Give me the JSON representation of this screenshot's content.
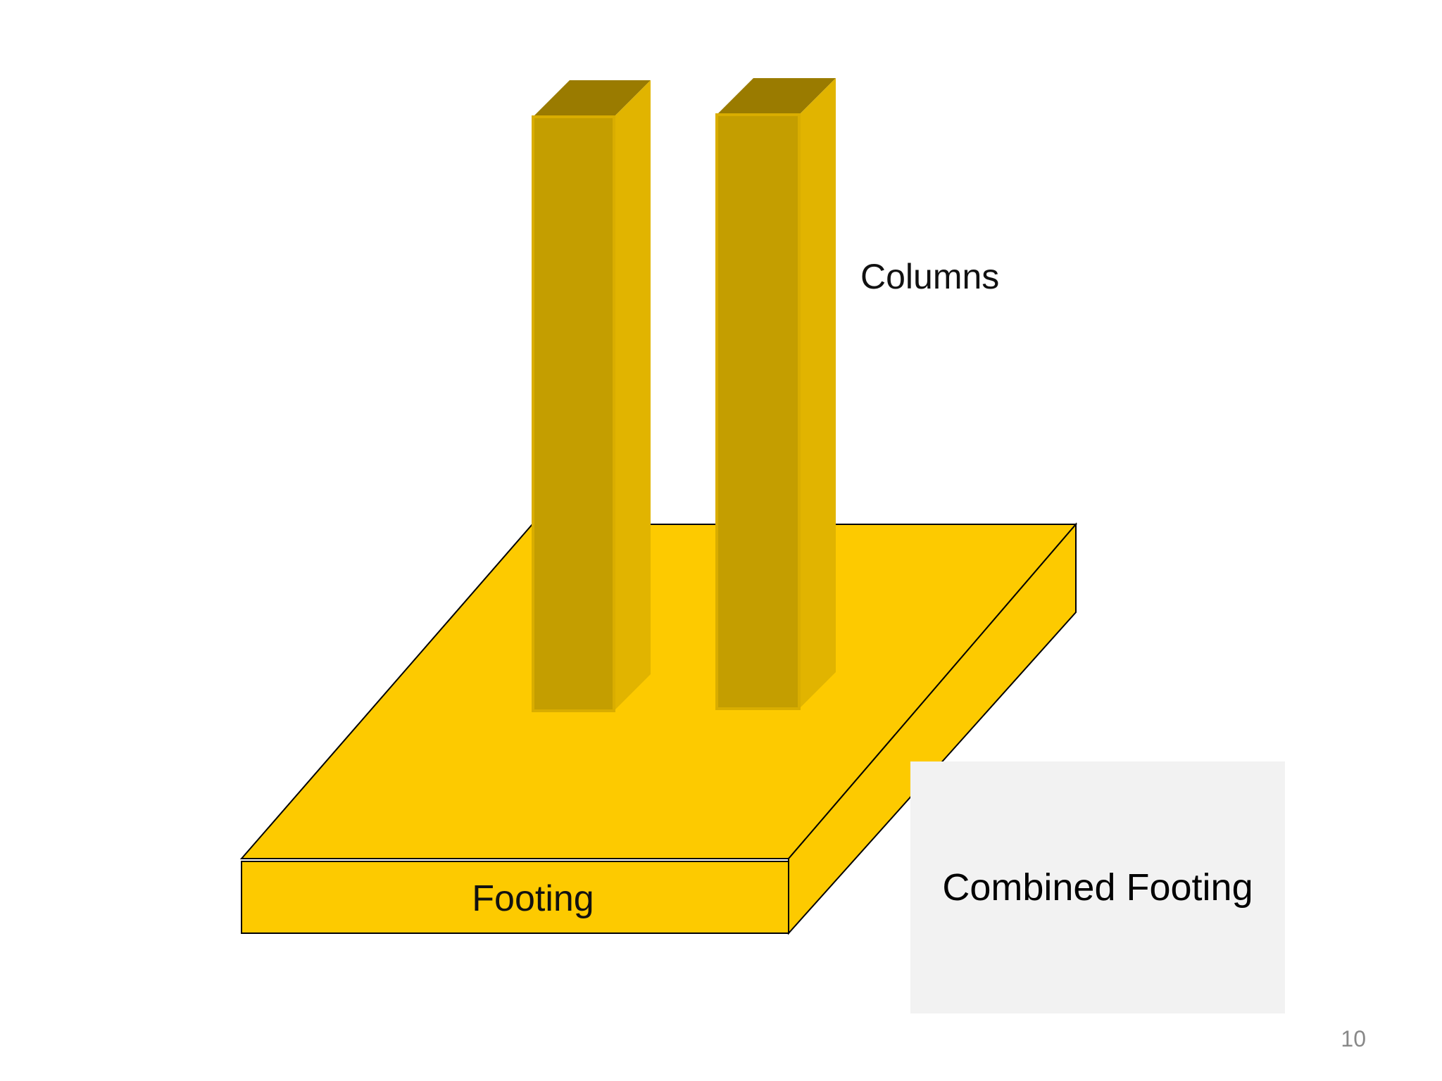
{
  "diagram": {
    "labels": {
      "columns": "Columns",
      "footing": "Footing"
    },
    "colors": {
      "footing_top": "#fdca00",
      "footing_side": "#fdca00",
      "outline": "#000000",
      "column_front": "#c49e00",
      "column_side": "#e1b400",
      "column_top": "#9a7b00",
      "column_edge": "#d9ad00"
    }
  },
  "caption": {
    "text": "Combined Footing",
    "background": "#f2f2f2"
  },
  "slide": {
    "page_number": "10"
  }
}
